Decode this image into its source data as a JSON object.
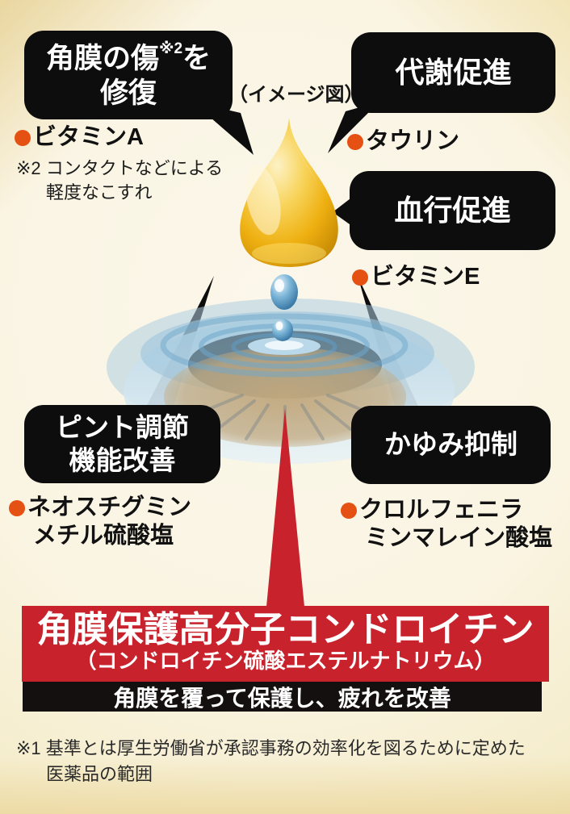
{
  "image_note": "（イメージ図）",
  "callouts": {
    "repair": {
      "line1_pre": "角膜の傷",
      "line1_sup": "※2",
      "line1_post": "を",
      "line2": "修復",
      "ingredient": "ビタミンA",
      "note1": "※2 コンタクトなどによる",
      "note2": "軽度なこすれ"
    },
    "metabolism": {
      "label": "代謝促進",
      "ingredient": "タウリン"
    },
    "circulation": {
      "label": "血行促進",
      "ingredient": "ビタミンE"
    },
    "focus": {
      "line1": "ピント調節",
      "line2": "機能改善",
      "ingredient_line1": "ネオスチグミン",
      "ingredient_line2": "メチル硫酸塩"
    },
    "itch": {
      "label": "かゆみ抑制",
      "ingredient_line1": "クロルフェニラ",
      "ingredient_line2": "ミンマレイン酸塩"
    }
  },
  "banner": {
    "title": "角膜保護高分子コンドロイチン",
    "subtitle": "（コンドロイチン硫酸エステルナトリウム）",
    "strip": "角膜を覆って保護し、疲れを改善"
  },
  "footnote": {
    "line1": "※1 基準とは厚生労働省が承認事務の効率化を図るために定めた",
    "line2": "医薬品の範囲"
  },
  "colors": {
    "bubble_black": "#0d0d0d",
    "banner_red": "#c8232c",
    "bullet_orange": "#e55113",
    "gold_drop": "#f0b60e",
    "water_blue": "#8fbcd8",
    "background_cream": "#faf4e2"
  }
}
